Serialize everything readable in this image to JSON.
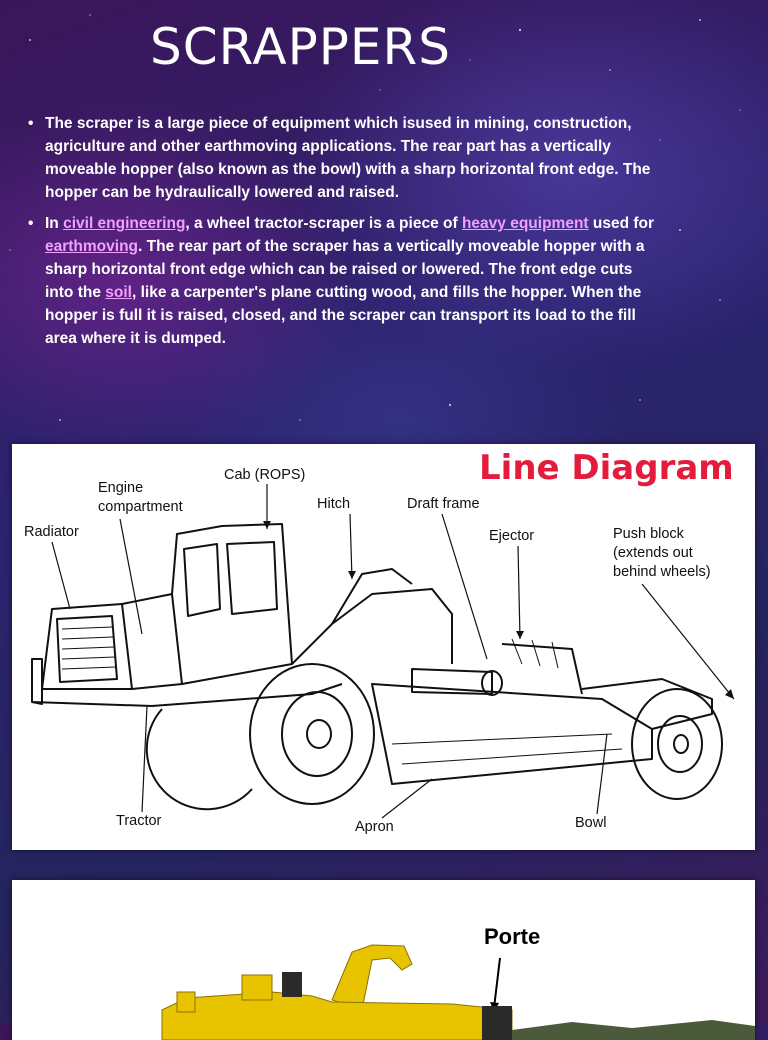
{
  "slide": {
    "title": "SCRAPPERS",
    "bullet1": "The scraper is a large piece of equipment which isused in mining, construction, agriculture and other earthmoving applications. The rear part has a vertically moveable hopper (also known as the bowl) with a sharp horizontal front edge. The hopper can be hydraulically lowered and raised.",
    "bullet2": {
      "t1": "In ",
      "link1": "civil engineering",
      "t2": ", a wheel tractor-scraper is a piece of ",
      "link2": "heavy equipment",
      "t3": " used for ",
      "link3": "earthmoving",
      "t4": ". The rear part of the scraper has a vertically moveable hopper with a sharp horizontal front edge which can be raised or lowered. The front edge cuts into the ",
      "link4": "soil",
      "t5": ", like a carpenter's plane cutting wood, and fills the hopper. When the hopper is full it is raised, closed, and the scraper can transport its load to the fill area where it is dumped."
    },
    "link_color": "#f2a0ff"
  },
  "diagram": {
    "title": "Line Diagram",
    "title_color": "#e41c3c",
    "labels": {
      "engine": "Engine compartment",
      "cab": "Cab (ROPS)",
      "hitch": "Hitch",
      "draft": "Draft frame",
      "radiator": "Radiator",
      "ejector": "Ejector",
      "push": "Push block (extends out behind wheels)",
      "tractor": "Tractor",
      "apron": "Apron",
      "bowl": "Bowl"
    }
  },
  "photo": {
    "label": "Porte"
  }
}
